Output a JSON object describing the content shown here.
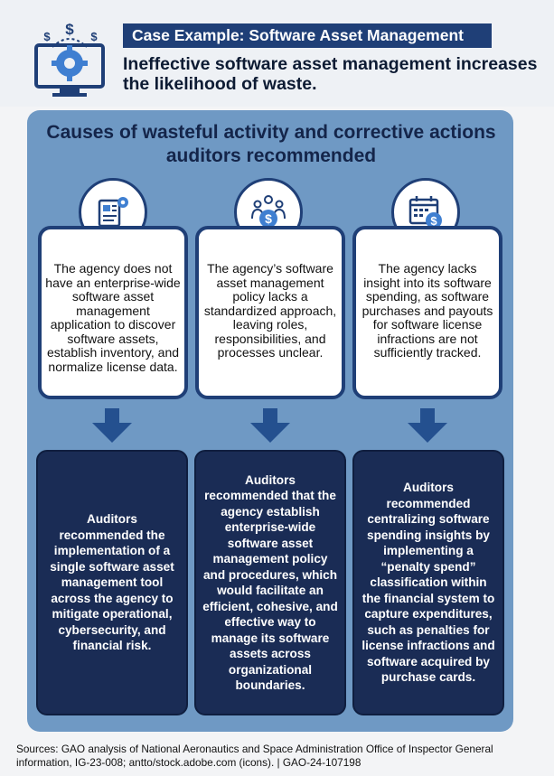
{
  "header": {
    "banner": "Case Example: Software Asset Management",
    "headline": "Ineffective software asset management increases the likelihood of waste.",
    "icon": "monitor-gear-dollar-icon"
  },
  "section": {
    "title": "Causes of wasteful activity and corrective actions auditors recommended"
  },
  "columns": [
    {
      "icon": "document-gear-icon",
      "cause": "The agency does not have an enterprise-wide software asset management application to discover software assets, establish inventory, and normalize license data.",
      "recommendation": "Auditors recommended the implementation of a single software asset management tool across the agency to mitigate operational, cybersecurity, and financial risk."
    },
    {
      "icon": "people-dollar-icon",
      "cause": "The agency’s software asset management policy lacks a standardized approach, leaving roles, responsibilities, and processes unclear.",
      "recommendation": "Auditors recommended that the agency establish enterprise-wide software asset management policy and procedures, which would facilitate an efficient, cohesive, and effective way to manage its software assets across organizational boundaries."
    },
    {
      "icon": "calendar-dollar-icon",
      "cause": "The agency lacks insight into its software spending, as software purchases and payouts for software license infractions are not sufficiently tracked.",
      "recommendation": "Auditors recommended centralizing software spending insights by implementing a “penalty spend” classification within the financial system to capture expenditures, such as penalties for license infractions and software acquired by purchase cards."
    }
  ],
  "source": "Sources: GAO analysis of National Aeronautics and Space Administration Office of Inspector General information, IG-23-008; antto/stock.adobe.com (icons).  |  GAO-24-107198",
  "colors": {
    "navy": "#1f3f77",
    "dark_navy": "#1a2c55",
    "panel_blue": "#6f99c4",
    "arrow_blue": "#24508f"
  }
}
